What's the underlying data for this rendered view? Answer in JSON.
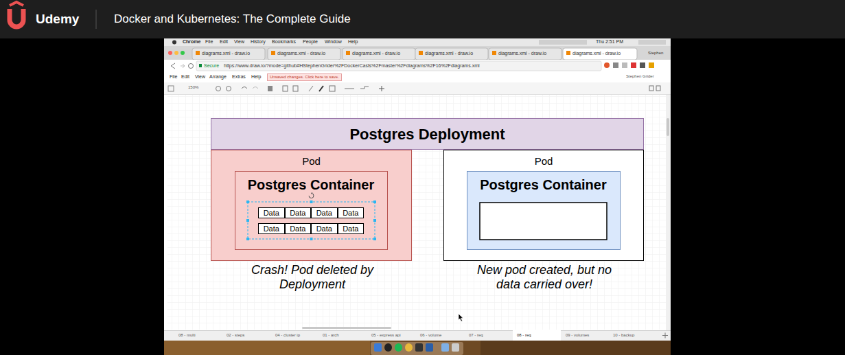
{
  "diagram": {
    "title": "Docker and Kubernetes: The Complete Guide",
    "nodes": [
      {
        "text": [
          "Postgres Deployment"
        ]
      },
      {
        "text": [
          "Pod"
        ]
      },
      {
        "text": [
          "Postgres Container"
        ],
        "in": 1
      },
      {
        "text": [
          "Data"
        ],
        "in": 2
      },
      {
        "text": [
          "Data"
        ],
        "in": 2
      },
      {
        "text": [
          "Data"
        ],
        "in": 2
      },
      {
        "text": [
          "Data"
        ],
        "in": 2
      },
      {
        "text": [
          "Data"
        ],
        "in": 2
      },
      {
        "text": [
          "Data"
        ],
        "in": 2
      },
      {
        "text": [
          "Data"
        ],
        "in": 2
      },
      {
        "text": [
          "Data"
        ],
        "in": 2
      },
      {
        "text": [
          "Pod"
        ]
      },
      {
        "text": [
          "Postgres Container"
        ],
        "in": 11
      }
    ],
    "labels": [
      "Udemy",
      "Chrome",
      "File",
      "Edit",
      "View",
      "History",
      "Bookmarks",
      "People",
      "Window",
      "Help",
      "Thu 2:51 PM",
      "diagrams.xml - draw.io",
      "diagrams.xml - draw.io",
      "diagrams.xml - draw.io",
      "diagrams.xml - draw.io",
      "diagrams.xml - draw.io",
      "diagrams.xml - draw.io",
      "Stephen",
      "Secure",
      "https://www.draw.io/?mode=github#HStephenGrider%2FDockerCasts%2Fmaster%2Fdiagrams%2F16%2Fdiagrams.xml",
      "File",
      "Edit",
      "View",
      "Arrange",
      "Extras",
      "Help",
      "Unsaved changes. Click here to save.",
      "Stephen Grider",
      "150%",
      "Crash! Pod deleted by Deployment",
      "New pod created, but no data carried over!",
      "08 - multi",
      "02 - steps",
      "04 - cluster ip",
      "01 - arch",
      "05 - express api",
      "06 - volume",
      "07 - req",
      "08 - req",
      "09 - volumes",
      "10 - backup"
    ]
  }
}
